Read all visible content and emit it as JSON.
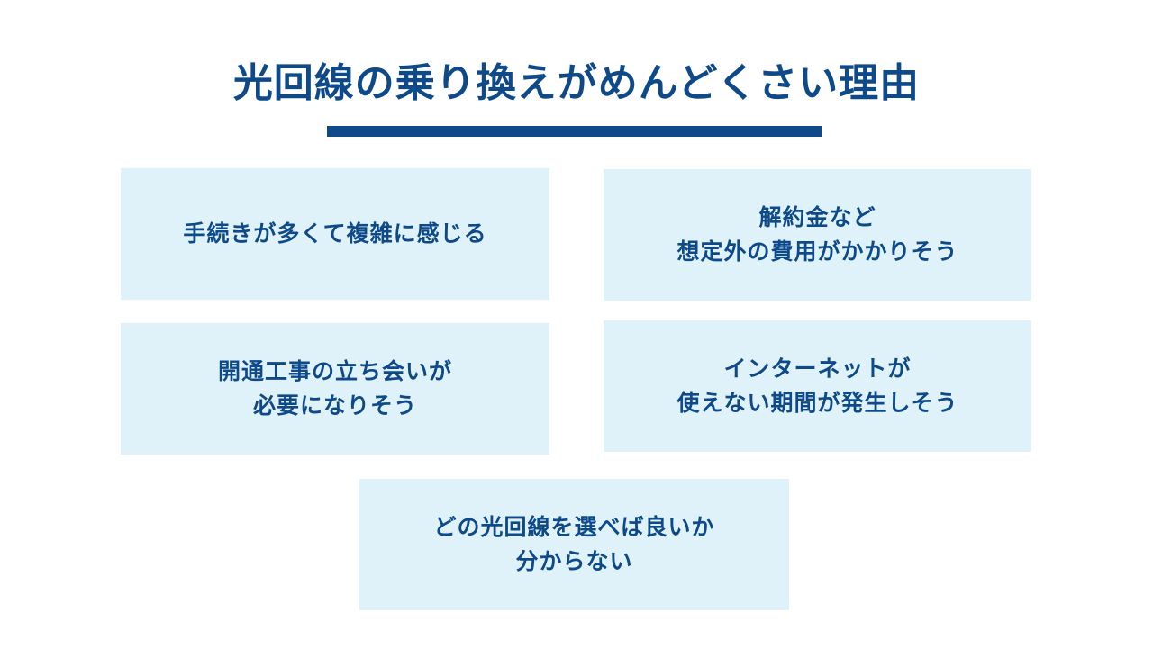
{
  "title": "光回線の乗り換えがめんどくさい理由",
  "colors": {
    "accent": "#0e4a8a",
    "box_bg": "#e0f2f9"
  },
  "reasons": [
    {
      "lines": [
        "手続きが多くて複雑に感じる"
      ]
    },
    {
      "lines": [
        "解約金など",
        "想定外の費用がかかりそう"
      ]
    },
    {
      "lines": [
        "開通工事の立ち会いが",
        "必要になりそう"
      ]
    },
    {
      "lines": [
        "インターネットが",
        "使えない期間が発生しそう"
      ]
    },
    {
      "lines": [
        "どの光回線を選べば良いか",
        "分からない"
      ]
    }
  ]
}
